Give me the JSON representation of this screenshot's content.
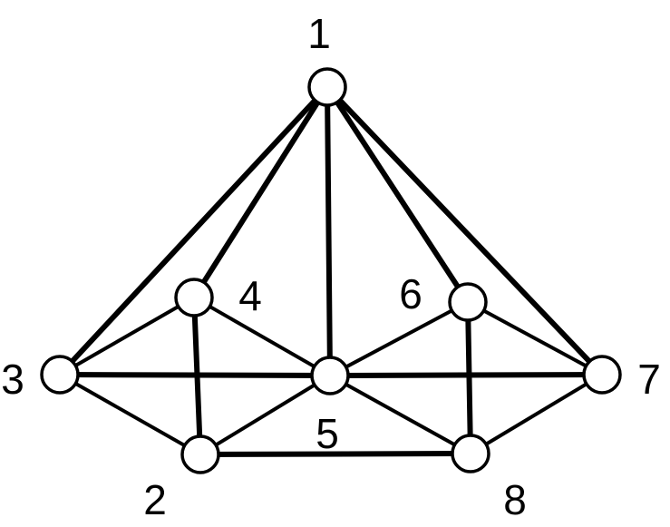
{
  "graph": {
    "nodes": [
      {
        "id": "1",
        "label": "1"
      },
      {
        "id": "2",
        "label": "2"
      },
      {
        "id": "3",
        "label": "3"
      },
      {
        "id": "4",
        "label": "4"
      },
      {
        "id": "5",
        "label": "5"
      },
      {
        "id": "6",
        "label": "6"
      },
      {
        "id": "7",
        "label": "7"
      },
      {
        "id": "8",
        "label": "8"
      }
    ],
    "edges": [
      {
        "from": "1",
        "to": "3",
        "weight": "thick"
      },
      {
        "from": "1",
        "to": "4",
        "weight": "thick"
      },
      {
        "from": "1",
        "to": "5",
        "weight": "thick"
      },
      {
        "from": "1",
        "to": "6",
        "weight": "thick"
      },
      {
        "from": "1",
        "to": "7",
        "weight": "thick"
      },
      {
        "from": "3",
        "to": "4",
        "weight": "thin"
      },
      {
        "from": "3",
        "to": "5",
        "weight": "thick"
      },
      {
        "from": "3",
        "to": "2",
        "weight": "thin"
      },
      {
        "from": "4",
        "to": "5",
        "weight": "thin"
      },
      {
        "from": "4",
        "to": "2",
        "weight": "thick"
      },
      {
        "from": "2",
        "to": "5",
        "weight": "thin"
      },
      {
        "from": "2",
        "to": "8",
        "weight": "thick"
      },
      {
        "from": "5",
        "to": "6",
        "weight": "thin"
      },
      {
        "from": "5",
        "to": "7",
        "weight": "thick"
      },
      {
        "from": "5",
        "to": "8",
        "weight": "thin"
      },
      {
        "from": "6",
        "to": "7",
        "weight": "thin"
      },
      {
        "from": "6",
        "to": "8",
        "weight": "thick"
      },
      {
        "from": "8",
        "to": "7",
        "weight": "thin"
      }
    ],
    "colors": {
      "stroke": "#000000",
      "node_fill": "#ffffff",
      "background": "#ffffff"
    }
  }
}
